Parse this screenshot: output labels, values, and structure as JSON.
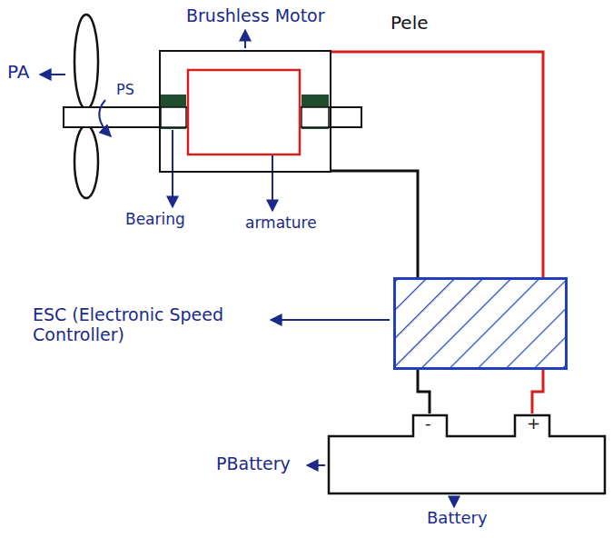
{
  "diagram": {
    "nodes": [
      {
        "text": [
          "Brushless Motor"
        ]
      },
      {
        "text": [
          "ESC (Electronic Speed Controller)"
        ]
      },
      {
        "text": [
          "Battery"
        ]
      }
    ],
    "edges": [
      {
        "from": 0,
        "to": 1,
        "arrow": "none"
      },
      {
        "from": 0,
        "to": 1,
        "arrow": "none"
      },
      {
        "from": 1,
        "to": 2,
        "arrow": "none"
      },
      {
        "from": 1,
        "to": 2,
        "arrow": "none"
      }
    ],
    "labels": [
      "PA",
      "PS",
      "Pele",
      "Bearing",
      "armature",
      "PBattery",
      "-",
      "+"
    ]
  }
}
